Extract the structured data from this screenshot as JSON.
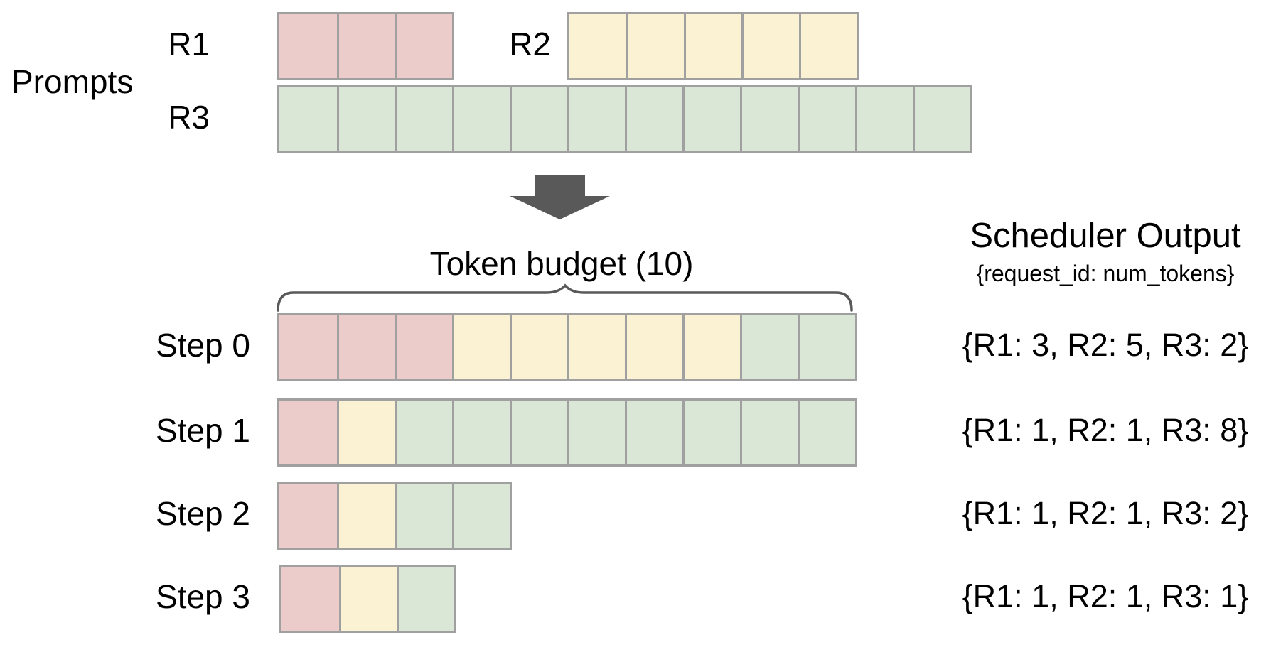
{
  "colors": {
    "r1": "#ecccca",
    "r2": "#fbf1d3",
    "r3": "#dbe7d6",
    "border": "#a0a0a0",
    "arrow": "#595959"
  },
  "prompts": {
    "label": "Prompts",
    "rows": [
      {
        "label": "R1",
        "segments": [
          {
            "req": "r1",
            "count": 3
          }
        ]
      },
      {
        "label": "R2",
        "segments": [
          {
            "req": "r2",
            "count": 5
          }
        ]
      },
      {
        "label": "R3",
        "segments": [
          {
            "req": "r3",
            "count": 12
          }
        ]
      }
    ]
  },
  "token_budget": {
    "label": "Token budget (10)",
    "value": 10
  },
  "scheduler_output": {
    "title": "Scheduler Output",
    "subtitle": "{request_id: num_tokens}"
  },
  "steps": [
    {
      "label": "Step 0",
      "segments": [
        {
          "req": "r1",
          "count": 3
        },
        {
          "req": "r2",
          "count": 5
        },
        {
          "req": "r3",
          "count": 2
        }
      ],
      "output": "{R1: 3, R2: 5, R3: 2}"
    },
    {
      "label": "Step 1",
      "segments": [
        {
          "req": "r1",
          "count": 1
        },
        {
          "req": "r2",
          "count": 1
        },
        {
          "req": "r3",
          "count": 8
        }
      ],
      "output": "{R1: 1, R2: 1, R3: 8}"
    },
    {
      "label": "Step 2",
      "segments": [
        {
          "req": "r1",
          "count": 1
        },
        {
          "req": "r2",
          "count": 1
        },
        {
          "req": "r3",
          "count": 2
        }
      ],
      "output": "{R1: 1, R2: 1, R3: 2}"
    },
    {
      "label": "Step 3",
      "segments": [
        {
          "req": "r1",
          "count": 1
        },
        {
          "req": "r2",
          "count": 1
        },
        {
          "req": "r3",
          "count": 1
        }
      ],
      "output": "{R1: 1, R2: 1, R3: 1}"
    }
  ]
}
